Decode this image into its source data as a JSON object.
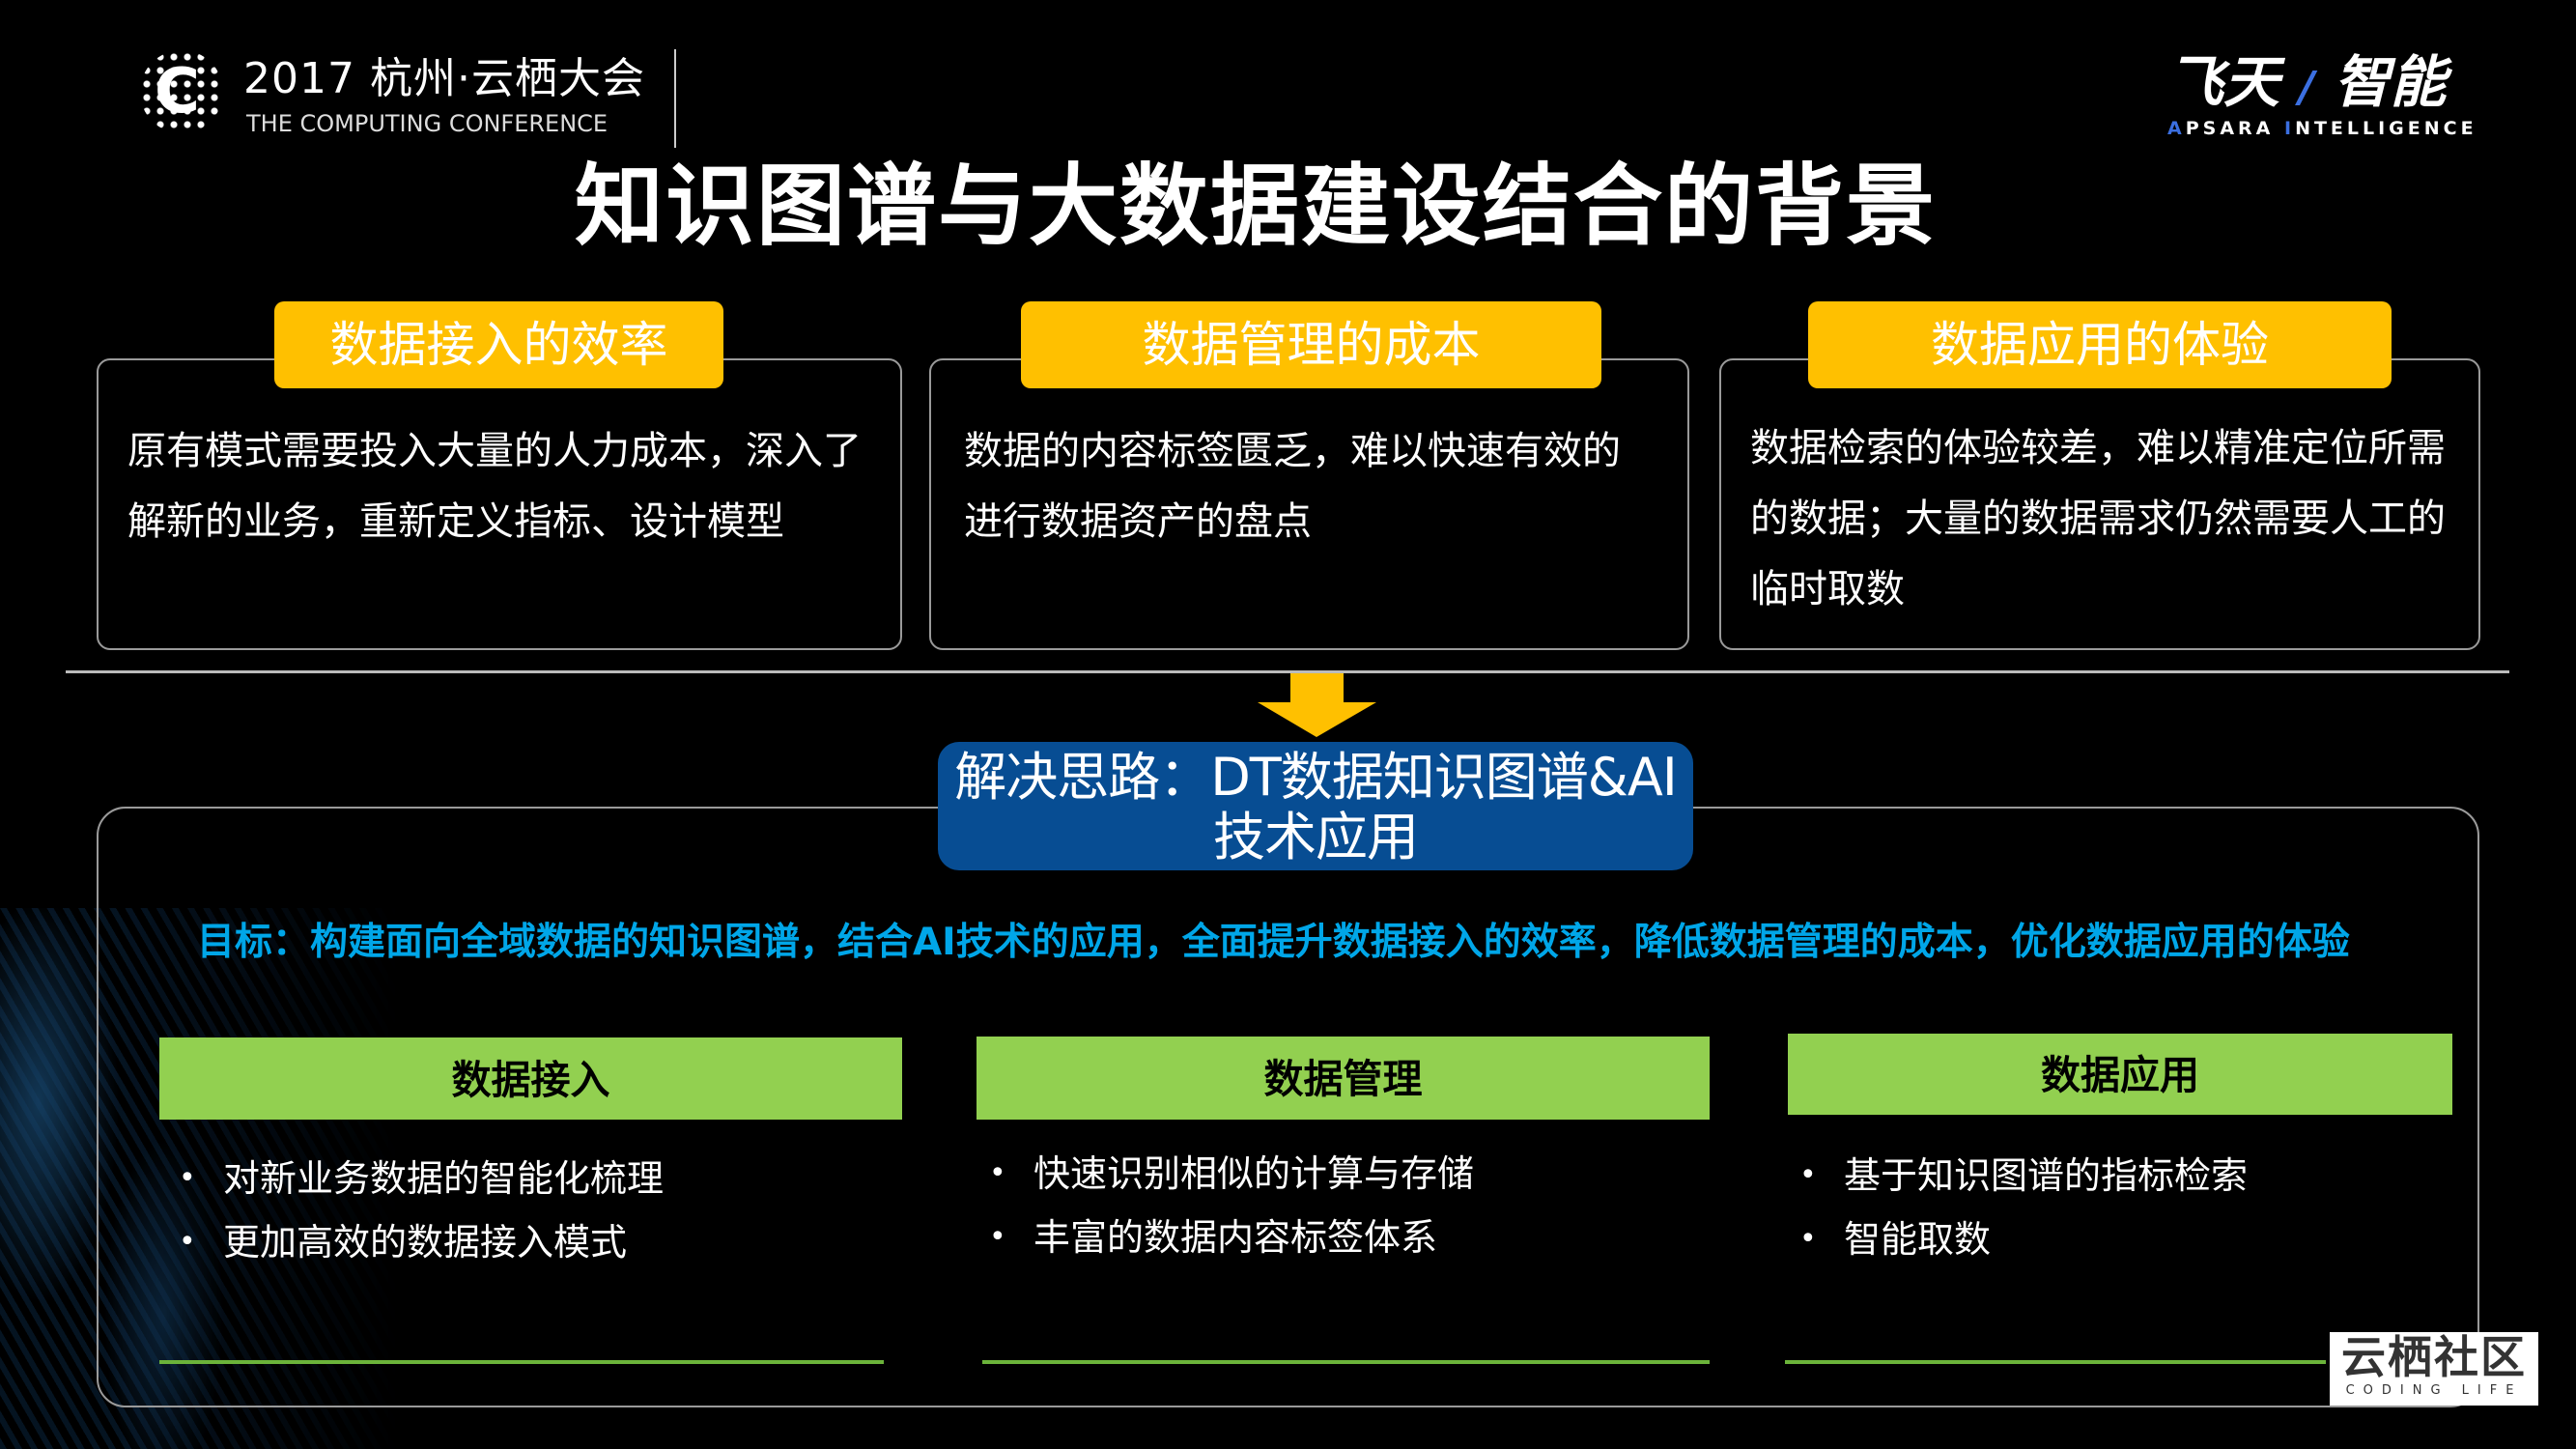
{
  "header": {
    "conference_title": "2017 杭州·云栖大会",
    "conference_subtitle": "THE COMPUTING CONFERENCE",
    "brand_cn_left": "飞天",
    "brand_cn_right": "智能",
    "brand_en_a": "A",
    "brand_en_a_rest": "PSARA ",
    "brand_en_i": "I",
    "brand_en_i_rest": "NTELLIGENCE",
    "brand_accent_color": "#3b6fe0"
  },
  "title": "知识图谱与大数据建设结合的背景",
  "problems": [
    {
      "label": "数据接入的效率",
      "text": "原有模式需要投入大量的人力成本，深入了解新的业务，重新定义指标、设计模型"
    },
    {
      "label": "数据管理的成本",
      "text": "数据的内容标签匮乏，难以快速有效的进行数据资产的盘点"
    },
    {
      "label": "数据应用的体验",
      "text": "数据检索的体验较差，难以精准定位所需的数据；大量的数据需求仍然需要人工的临时取数"
    }
  ],
  "solution": {
    "line1": "解决思路：DT数据知识图谱&AI",
    "line2": "技术应用"
  },
  "goal": "目标：构建面向全域数据的知识图谱，结合AI技术的应用，全面提升数据接入的效率，降低数据管理的成本，优化数据应用的体验",
  "columns": [
    {
      "header": "数据接入",
      "bullets": [
        "对新业务数据的智能化梳理",
        "更加高效的数据接入模式"
      ]
    },
    {
      "header": "数据管理",
      "bullets": [
        "快速识别相似的计算与存储",
        "丰富的数据内容标签体系"
      ]
    },
    {
      "header": "数据应用",
      "bullets": [
        "基于知识图谱的指标检索",
        "智能取数"
      ]
    }
  ],
  "footer_logo": {
    "cn": "云栖社区",
    "en": "CODING LIFE"
  },
  "colors": {
    "tab_yellow": "#ffc000",
    "solution_blue": "#074d93",
    "goal_blue": "#00a6e8",
    "header_green": "#92d050"
  }
}
